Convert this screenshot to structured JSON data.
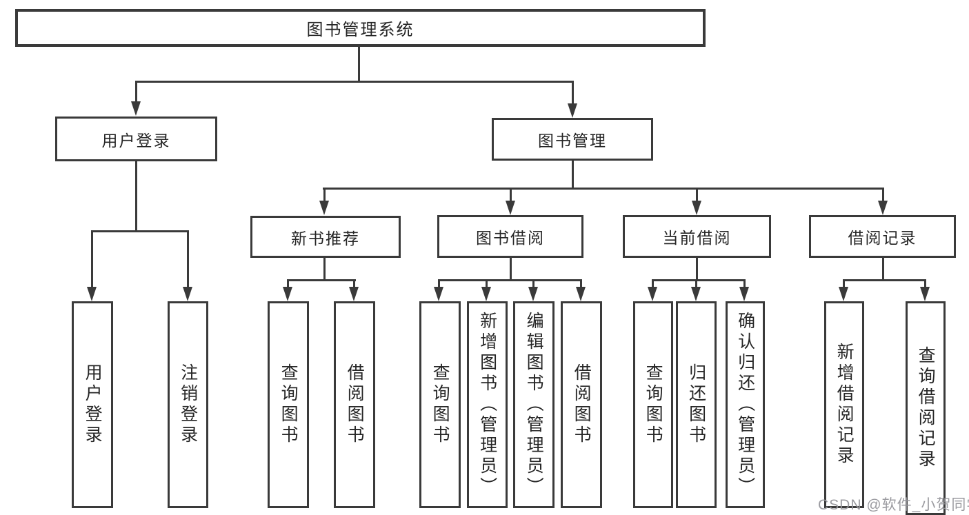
{
  "diagram": {
    "root": "图书管理系统",
    "level2": {
      "user_login": "用户登录",
      "book_mgmt": "图书管理"
    },
    "level3": {
      "new_books": "新书推荐",
      "borrow": "图书借阅",
      "current": "当前借阅",
      "records": "借阅记录"
    },
    "leaves": {
      "user_login": [
        "用户登录",
        "注销登录"
      ],
      "new_books": [
        "查询图书",
        "借阅图书"
      ],
      "borrow": [
        "查询图书",
        "新增图书（管理员）",
        "编辑图书（管理员）",
        "借阅图书"
      ],
      "current": [
        "查询图书",
        "归还图书",
        "确认归还（管理员）"
      ],
      "records": [
        "新增借阅记录",
        "查询借阅记录"
      ]
    }
  },
  "watermark": {
    "text": "CSDN @软件_小贺同学"
  },
  "colors": {
    "line": "#3a3a3a",
    "text": "#262626",
    "watermark": "#96969b",
    "background": "#ffffff"
  }
}
